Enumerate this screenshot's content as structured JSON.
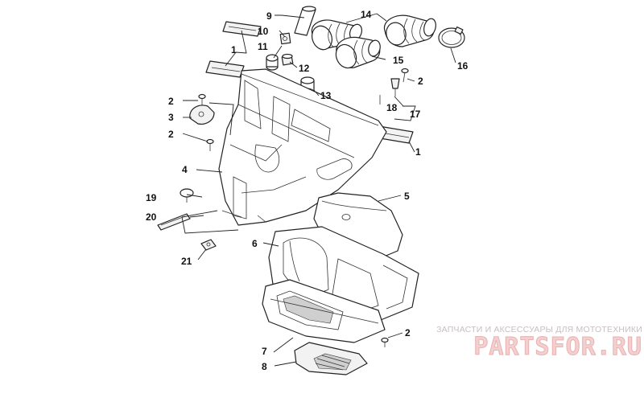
{
  "callouts": [
    {
      "id": "c1a",
      "label": "1"
    },
    {
      "id": "c1b",
      "label": "1"
    },
    {
      "id": "c2a",
      "label": "2"
    },
    {
      "id": "c2b",
      "label": "2"
    },
    {
      "id": "c2c",
      "label": "2"
    },
    {
      "id": "c2d",
      "label": "2"
    },
    {
      "id": "c3",
      "label": "3"
    },
    {
      "id": "c4",
      "label": "4"
    },
    {
      "id": "c5",
      "label": "5"
    },
    {
      "id": "c6",
      "label": "6"
    },
    {
      "id": "c7",
      "label": "7"
    },
    {
      "id": "c8",
      "label": "8"
    },
    {
      "id": "c9",
      "label": "9"
    },
    {
      "id": "c10",
      "label": "10"
    },
    {
      "id": "c11",
      "label": "11"
    },
    {
      "id": "c12",
      "label": "12"
    },
    {
      "id": "c13",
      "label": "13"
    },
    {
      "id": "c14",
      "label": "14"
    },
    {
      "id": "c15",
      "label": "15"
    },
    {
      "id": "c16",
      "label": "16"
    },
    {
      "id": "c17",
      "label": "17"
    },
    {
      "id": "c18",
      "label": "18"
    },
    {
      "id": "c19",
      "label": "19"
    },
    {
      "id": "c20",
      "label": "20"
    },
    {
      "id": "c21",
      "label": "21"
    }
  ],
  "watermark": {
    "caption": "ЗАПЧАСТИ И АКСЕССУАРЫ ДЛЯ МОТОТЕХНИКИ",
    "logo_text": "PARTSFOR.RU",
    "color": "#f3cfcf"
  }
}
